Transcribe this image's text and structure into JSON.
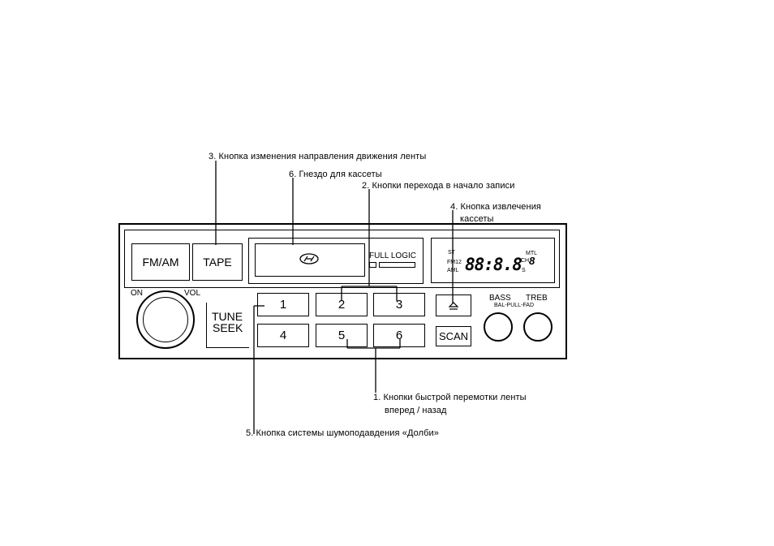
{
  "callouts": {
    "c3": "3. Кнопка изменения направления движения ленты",
    "c6": "6. Гнездо для кассеты",
    "c2": "2. Кнопки перехода в начало записи",
    "c4_line1": "4. Кнопка извлечения",
    "c4_line2": "кассеты",
    "c1_line1": "1.  Кнопки быстрой перемотки ленты",
    "c1_line2": "вперед / назад",
    "c5": "5. Кнопка системы шумоподавдения «Долби»"
  },
  "radio": {
    "fm_am": "FM/AM",
    "tape": "TAPE",
    "full_logic": "FULL LOGIC",
    "on": "ON",
    "vol": "VOL",
    "tune": "TUNE",
    "seek": "SEEK",
    "presets": [
      "1",
      "2",
      "3",
      "4",
      "5",
      "6"
    ],
    "scan": "SCAN",
    "bass": "BASS",
    "treb": "TREB",
    "bal_fad": "BAL-PULL-FAD",
    "display": {
      "st": "ST",
      "fm12": "FM12",
      "aml": "AML",
      "digits": "88:8.8",
      "mtl": "MTL",
      "ch": "CH",
      "ch_digit": "8",
      "s": "S"
    }
  }
}
